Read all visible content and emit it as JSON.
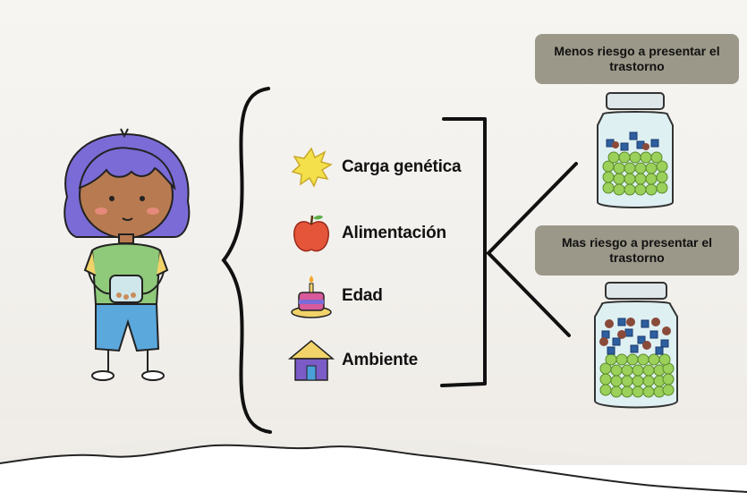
{
  "factors": [
    {
      "label": "Carga genética",
      "icon": "sun-icon"
    },
    {
      "label": "Alimentación",
      "icon": "apple-icon"
    },
    {
      "label": "Edad",
      "icon": "birthday-cake-icon"
    },
    {
      "label": "Ambiente",
      "icon": "house-icon"
    }
  ],
  "outcomes": {
    "low": {
      "label": "Menos riesgo a presentar el trastorno"
    },
    "high": {
      "label": "Mas riesgo a presentar el trastorno"
    }
  },
  "colors": {
    "box_bg": "#9b9889",
    "hair": "#7b6bd6",
    "shirt": "#8fc97a",
    "pants": "#5aa8dc",
    "green_balls": "#9bd05a",
    "blue_pieces": "#2e5fa0"
  }
}
